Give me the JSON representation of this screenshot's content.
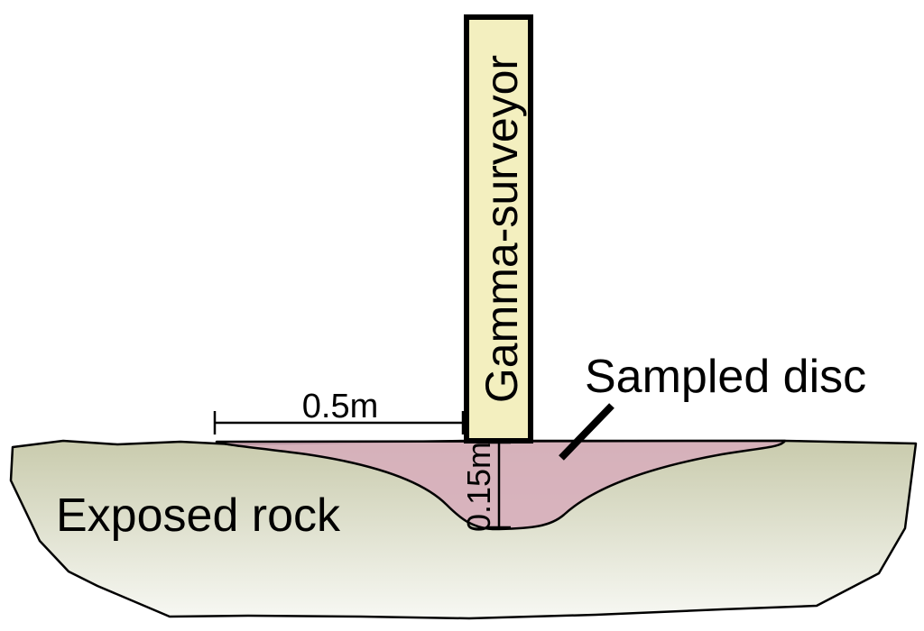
{
  "labels": {
    "instrument": "Gamma-surveyor",
    "sampled_disc": "Sampled disc",
    "rock": "Exposed rock",
    "radius": "0.5m",
    "depth": "0.15m"
  },
  "colors": {
    "rock_fill_light": "#f6f7f1",
    "rock_fill_dark": "#c7c9ab",
    "disc_fill": "#d7aebb",
    "instrument_fill": "#f3efbf",
    "line": "#000000"
  }
}
